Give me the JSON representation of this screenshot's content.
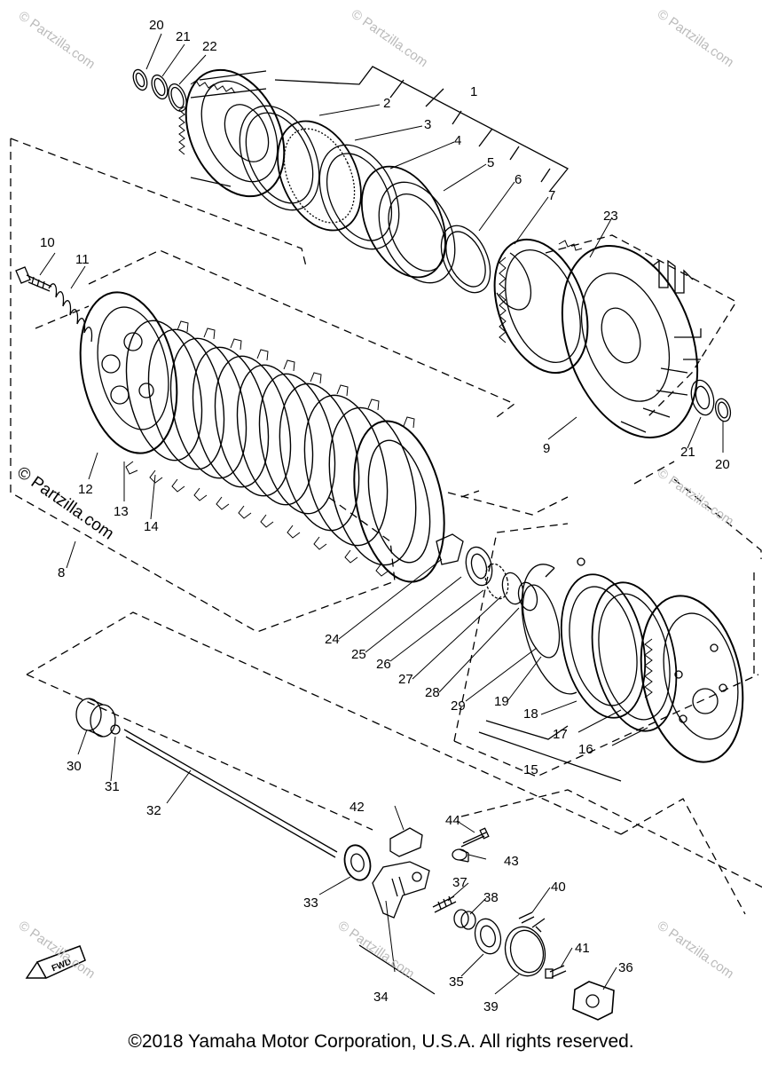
{
  "callouts": [
    "1",
    "2",
    "3",
    "4",
    "5",
    "6",
    "7",
    "8",
    "9",
    "10",
    "11",
    "12",
    "13",
    "14",
    "15",
    "16",
    "17",
    "18",
    "19",
    "20",
    "21",
    "22",
    "23",
    "24",
    "25",
    "26",
    "27",
    "28",
    "29",
    "30",
    "31",
    "32",
    "33",
    "34",
    "35",
    "36",
    "37",
    "38",
    "39",
    "40",
    "41",
    "42",
    "43",
    "44"
  ],
  "watermark_text": "© Partzilla.com",
  "direction_label": "FWD",
  "copyright": "©2018  Yamaha Motor Corporation, U.S.A. All rights reserved."
}
